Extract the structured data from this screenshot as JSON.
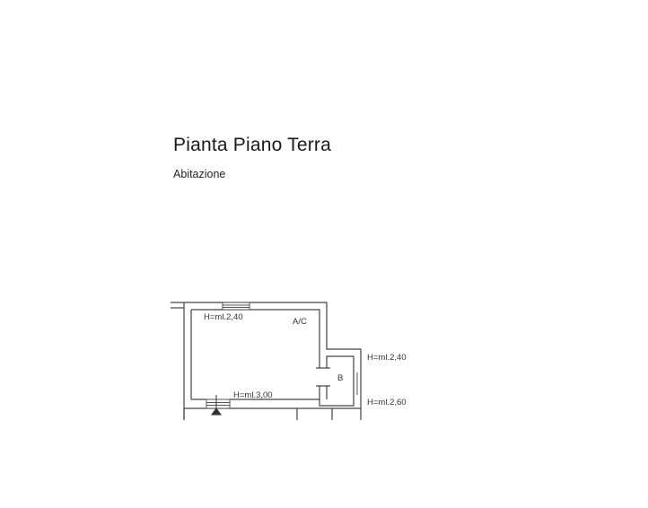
{
  "heading": {
    "title": "Pianta Piano Terra",
    "subtitle": "Abitazione"
  },
  "plan": {
    "labels": {
      "height_main_top": "H=ml.2,40",
      "room_ac": "A/C",
      "height_main_bottom": "H=ml.3,00",
      "room_b": "B",
      "height_right_top": "H=ml.2,40",
      "height_right_bottom": "H=ml.2,60"
    }
  }
}
